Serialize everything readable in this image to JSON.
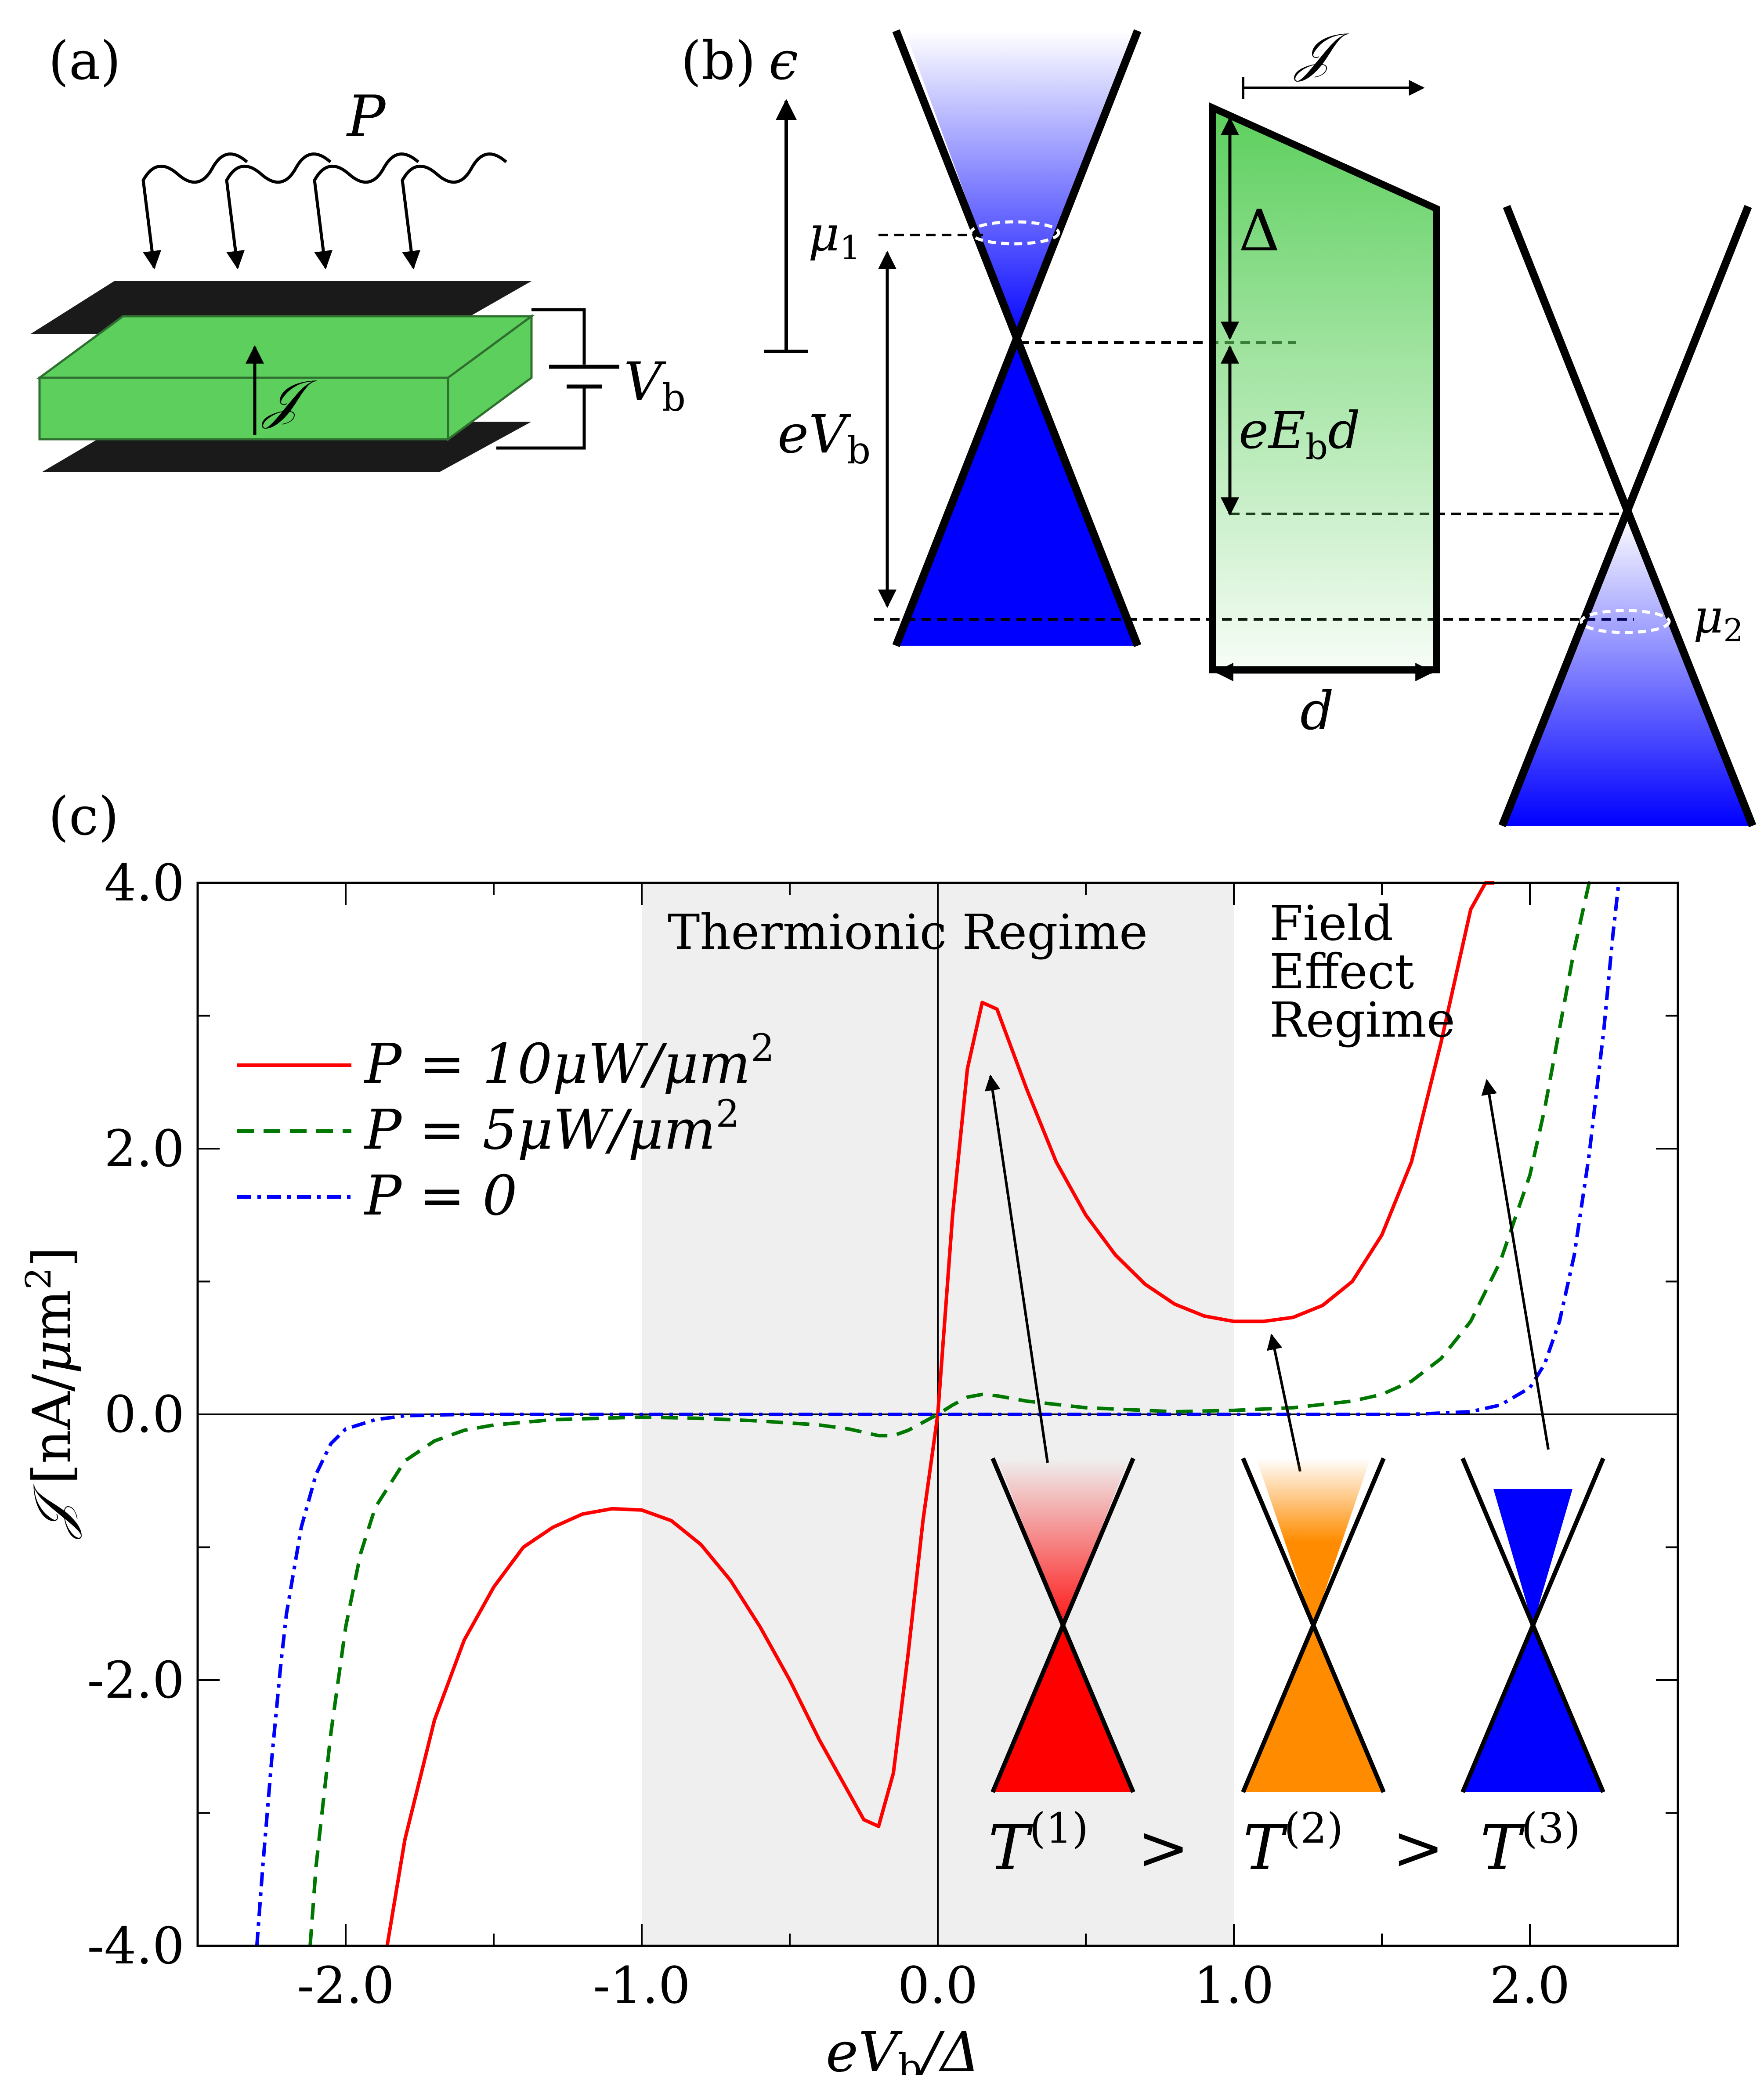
{
  "panels": {
    "a": {
      "label": "(a)",
      "power_symbol": "P",
      "current_symbol": "𝒥",
      "voltage_symbol": "V",
      "voltage_sub": "b",
      "colors": {
        "plates": "#1a1a1a",
        "slab": "#5ccf5c",
        "wire": "#000000"
      }
    },
    "b": {
      "label": "(b)",
      "energy_symbol": "ϵ",
      "mu1": "μ",
      "mu1_sub": "1",
      "mu2": "μ",
      "mu2_sub": "2",
      "eVb": "eV",
      "eVb_sub": "b",
      "delta": "Δ",
      "eEbd_pre": "eE",
      "eEbd_sub": "b",
      "eEbd_post": "d",
      "thickness": "d",
      "current_symbol": "𝒥",
      "colors": {
        "cone": "#0000ff",
        "barrier": "#5ccf5c"
      }
    },
    "c": {
      "label": "(c)",
      "regions": {
        "thermionic": "Thermionic  Regime",
        "field_effect": [
          "Field",
          "Effect",
          "Regime"
        ]
      },
      "temperature_labels": {
        "t1": "T",
        "t1_sup": "(1)",
        "t2": "T",
        "t2_sup": "(2)",
        "t3": "T",
        "t3_sup": "(3)",
        "gt": ">"
      },
      "cone_colors": [
        "#ff0000",
        "#ff8c00",
        "#0000ff"
      ]
    }
  },
  "chart_data": {
    "type": "line",
    "xlabel": "eV_b/Δ",
    "ylabel": "𝒥 [nA/μm²]",
    "xlim": [
      -2.5,
      2.5
    ],
    "ylim": [
      -4.0,
      4.0
    ],
    "xticks": [
      -2.0,
      -1.0,
      0.0,
      1.0,
      2.0
    ],
    "xtick_labels": [
      "-2.0",
      "-1.0",
      "0.0",
      "1.0",
      "2.0"
    ],
    "yticks": [
      -4.0,
      -2.0,
      0.0,
      2.0,
      4.0
    ],
    "ytick_labels": [
      "-4.0",
      "-2.0",
      "0.0",
      "2.0",
      "4.0"
    ],
    "shaded_region": [
      -1.0,
      1.0
    ],
    "grid": false,
    "legend_position": "upper-left",
    "series": [
      {
        "name": "P = 10μW/μm²",
        "legend_main": "P = 10μW/μm",
        "legend_sup": "2",
        "color": "#ff0000",
        "dash": "solid",
        "x": [
          -1.86,
          -1.8,
          -1.7,
          -1.6,
          -1.5,
          -1.4,
          -1.3,
          -1.2,
          -1.1,
          -1.0,
          -0.9,
          -0.8,
          -0.7,
          -0.6,
          -0.5,
          -0.4,
          -0.3,
          -0.25,
          -0.2,
          -0.15,
          -0.1,
          -0.05,
          0.0,
          0.05,
          0.1,
          0.15,
          0.2,
          0.3,
          0.4,
          0.5,
          0.6,
          0.7,
          0.8,
          0.9,
          1.0,
          1.1,
          1.2,
          1.3,
          1.4,
          1.5,
          1.6,
          1.7,
          1.75,
          1.8,
          1.85,
          1.88
        ],
        "y": [
          -4.0,
          -3.2,
          -2.3,
          -1.7,
          -1.3,
          -1.0,
          -0.85,
          -0.75,
          -0.71,
          -0.72,
          -0.8,
          -0.98,
          -1.25,
          -1.6,
          -2.0,
          -2.45,
          -2.85,
          -3.05,
          -3.1,
          -2.7,
          -1.8,
          -0.8,
          0.0,
          1.5,
          2.6,
          3.1,
          3.05,
          2.45,
          1.9,
          1.5,
          1.2,
          0.98,
          0.83,
          0.74,
          0.7,
          0.7,
          0.73,
          0.82,
          1.0,
          1.35,
          1.9,
          2.8,
          3.3,
          3.8,
          4.0,
          4.0
        ]
      },
      {
        "name": "P = 5μW/μm²",
        "legend_main": "P = 5μW/μm",
        "legend_sup": "2",
        "color": "#007700",
        "dash": "dashed",
        "x": [
          -2.12,
          -2.1,
          -2.05,
          -2.0,
          -1.95,
          -1.9,
          -1.8,
          -1.7,
          -1.6,
          -1.5,
          -1.3,
          -1.0,
          -0.8,
          -0.6,
          -0.4,
          -0.3,
          -0.2,
          -0.15,
          -0.1,
          -0.05,
          0.0,
          0.05,
          0.1,
          0.15,
          0.2,
          0.3,
          0.5,
          0.8,
          1.0,
          1.2,
          1.4,
          1.5,
          1.6,
          1.7,
          1.8,
          1.9,
          2.0,
          2.05,
          2.1,
          2.15,
          2.2,
          2.22
        ],
        "y": [
          -4.0,
          -3.4,
          -2.4,
          -1.6,
          -1.05,
          -0.7,
          -0.35,
          -0.2,
          -0.12,
          -0.08,
          -0.04,
          -0.02,
          -0.03,
          -0.05,
          -0.08,
          -0.11,
          -0.16,
          -0.16,
          -0.12,
          -0.06,
          0.0,
          0.07,
          0.13,
          0.15,
          0.14,
          0.1,
          0.05,
          0.02,
          0.03,
          0.05,
          0.1,
          0.15,
          0.25,
          0.42,
          0.7,
          1.15,
          1.8,
          2.3,
          2.9,
          3.5,
          4.0,
          4.0
        ]
      },
      {
        "name": "P = 0",
        "legend_main": "P = 0",
        "legend_sup": "",
        "color": "#0000ff",
        "dash": "dashdot",
        "x": [
          -2.3,
          -2.28,
          -2.25,
          -2.22,
          -2.2,
          -2.15,
          -2.1,
          -2.05,
          -2.0,
          -1.9,
          -1.8,
          -1.6,
          -1.0,
          0.0,
          1.0,
          1.6,
          1.8,
          1.9,
          2.0,
          2.05,
          2.1,
          2.15,
          2.2,
          2.25,
          2.28,
          2.3
        ],
        "y": [
          -4.0,
          -3.4,
          -2.6,
          -1.9,
          -1.5,
          -0.85,
          -0.45,
          -0.22,
          -0.11,
          -0.04,
          -0.01,
          0.0,
          0.0,
          0.0,
          0.0,
          0.0,
          0.02,
          0.07,
          0.2,
          0.38,
          0.7,
          1.2,
          1.95,
          2.9,
          3.6,
          4.0
        ]
      }
    ]
  }
}
